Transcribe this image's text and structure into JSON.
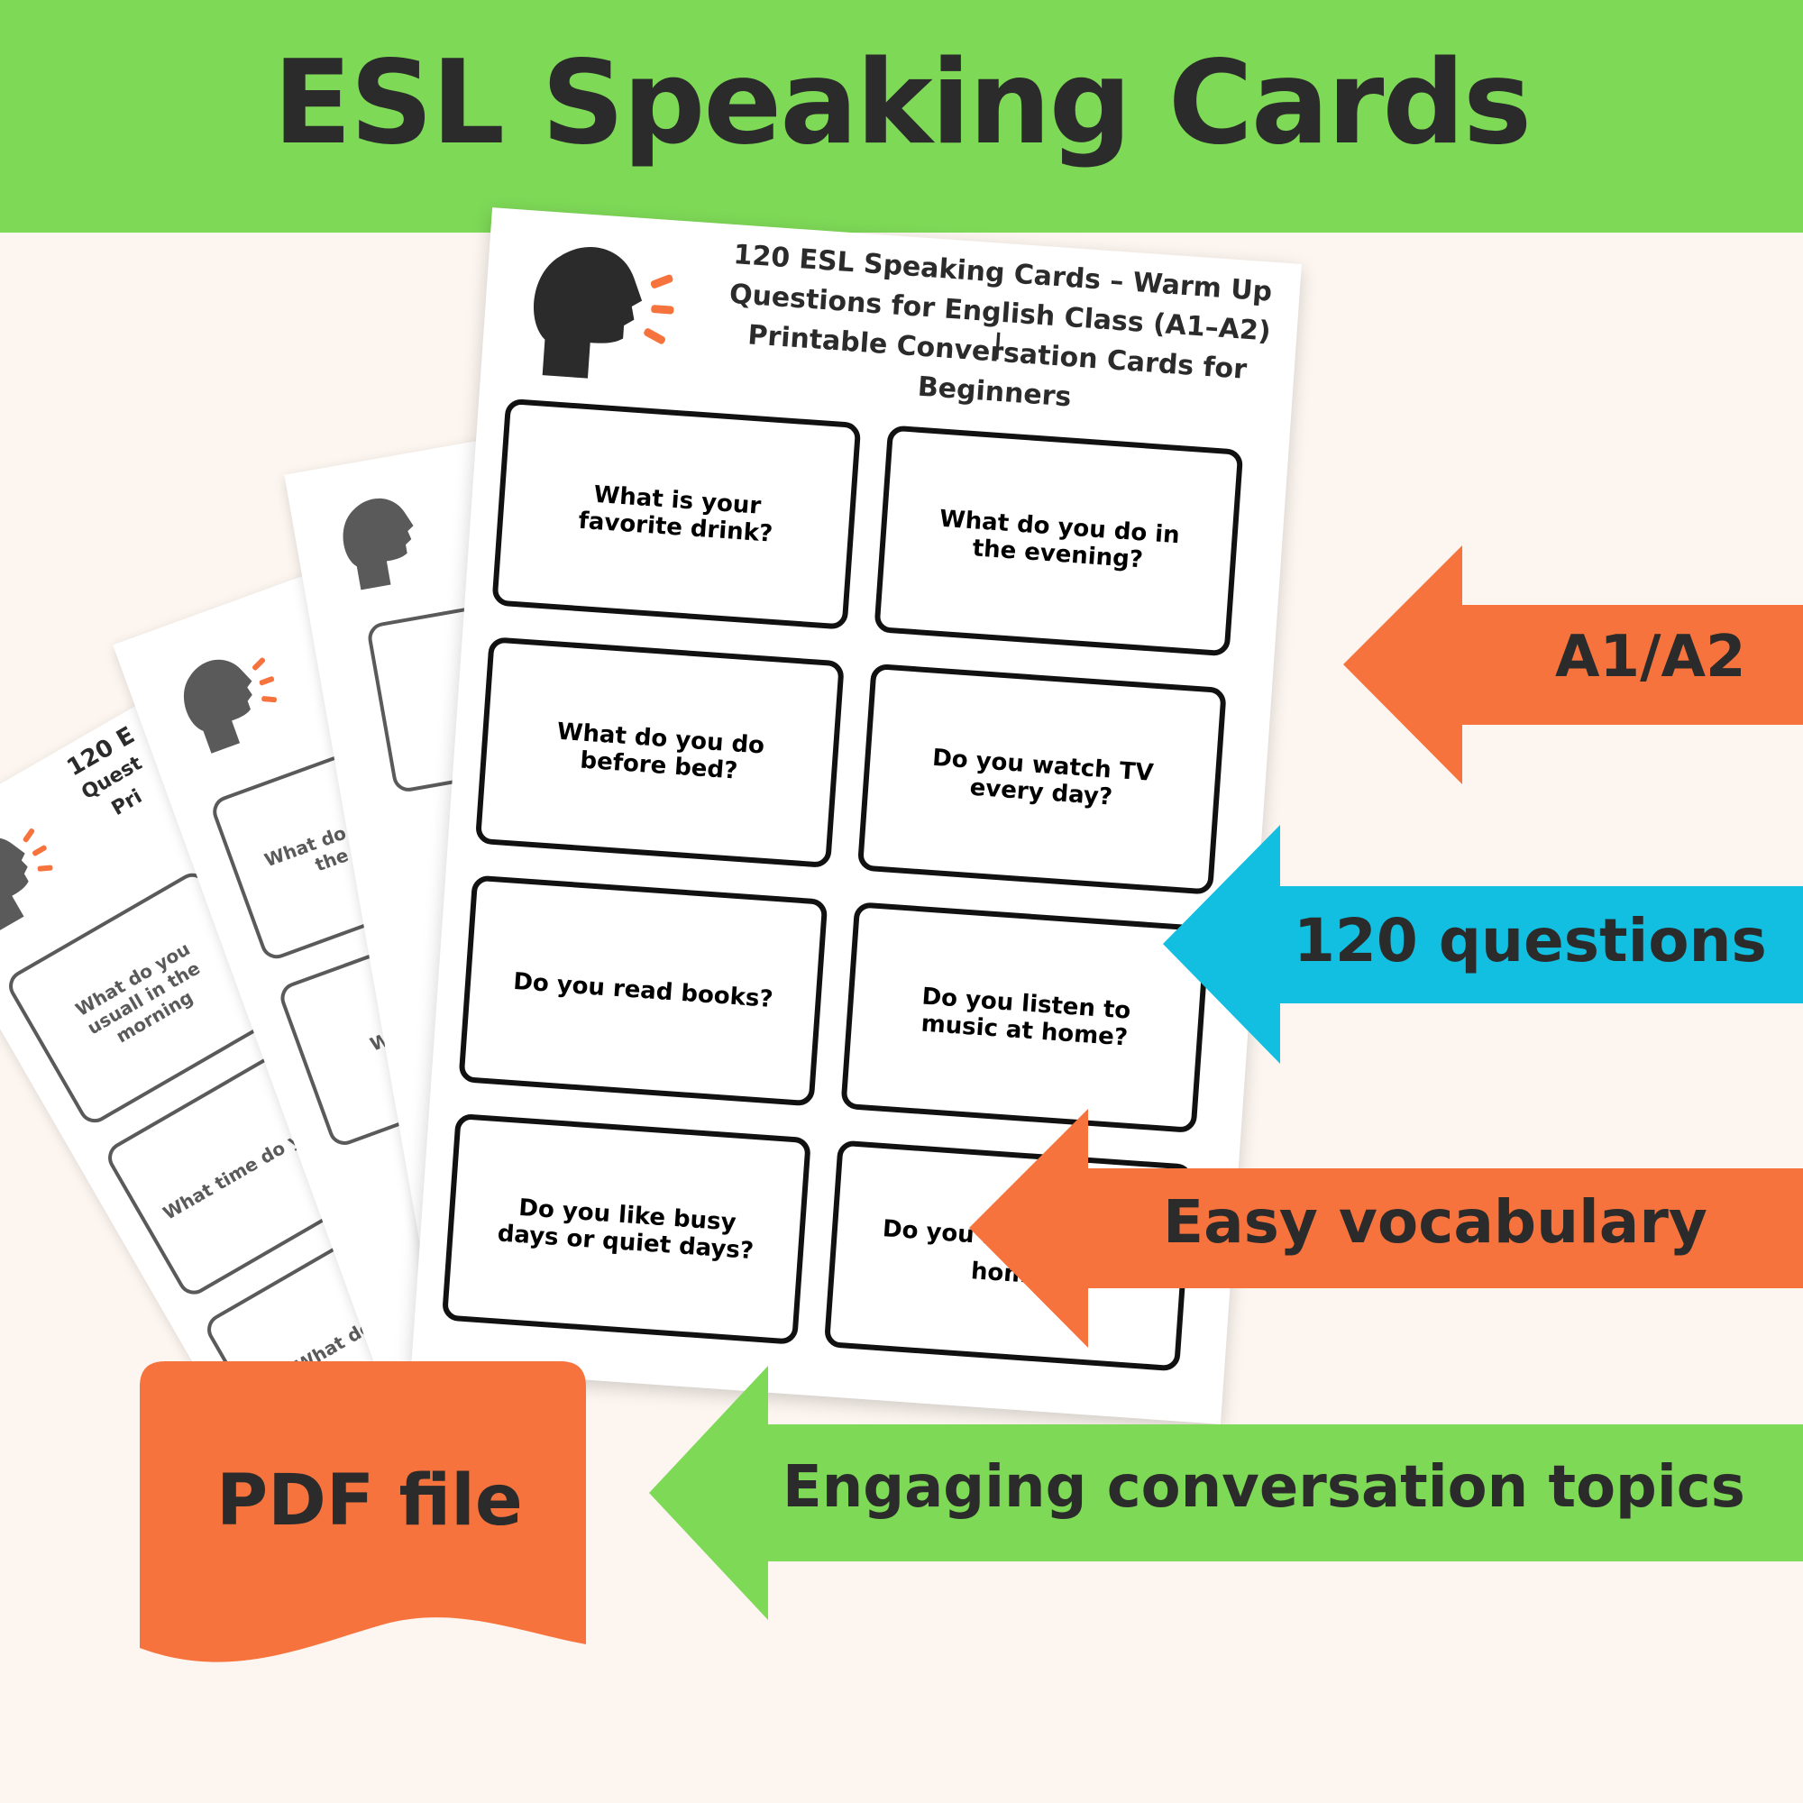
{
  "header": {
    "title": "ESL Speaking Cards"
  },
  "main_sheet": {
    "title_lines": [
      "120 ESL Speaking Cards – Warm Up",
      "Questions for English Class (A1–A2) |",
      "Printable Conversation Cards for",
      "Beginners"
    ],
    "cards": [
      "What is your favorite drink?",
      "What do you do in the evening?",
      "What do you do before bed?",
      "Do you watch TV every day?",
      "Do you read books?",
      "Do you listen to music at home?",
      "Do you like busy days or quiet days?",
      "Do you like",
      "home"
    ]
  },
  "back_sheets": {
    "sheet1_title": [
      "120 E",
      "Quest",
      "Pri"
    ],
    "sheet1_cards": [
      "What do you usuall in the morning",
      "What time do you",
      "What do b"
    ],
    "sheet2_cards": [
      "What do yo in the r",
      "What t"
    ]
  },
  "features": {
    "level": "A1/A2",
    "questions": "120 questions",
    "vocabulary": "Easy vocabulary",
    "topics": "Engaging conversation topics"
  },
  "badge": {
    "label": "PDF file"
  },
  "colors": {
    "green": "#7ed957",
    "orange": "#f7733d",
    "blue": "#12bfe0",
    "text": "#2b2b2b",
    "icon_dark": "#2b2b2b",
    "icon_grey": "#5a5a5a",
    "background": "#fdf6f0"
  },
  "icons": {
    "speaker": "speaking-head-icon"
  }
}
